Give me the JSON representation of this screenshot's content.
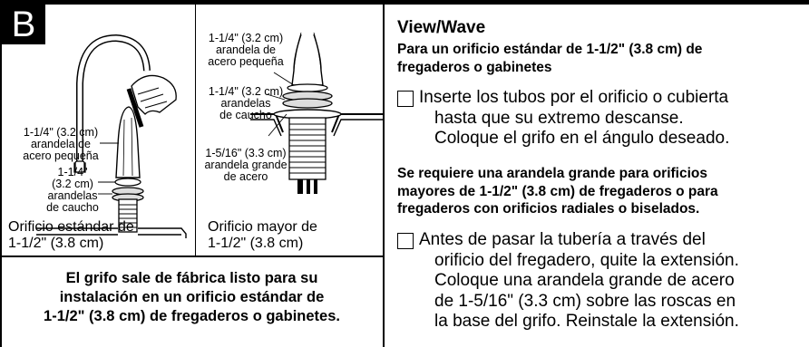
{
  "section_letter": "B",
  "left_panel": {
    "labels": {
      "small_washer": [
        "1-1/4\" (3.2 cm)",
        "arandela de",
        "acero pequeña"
      ],
      "rubber_washers": [
        "1-1/4\"",
        "(3.2 cm)",
        "arandelas",
        "de caucho"
      ]
    },
    "caption": [
      "Orificio estándar de",
      "1-1/2\" (3.8 cm)"
    ]
  },
  "middle_panel": {
    "labels": {
      "small_washer": [
        "1-1/4\" (3.2 cm)",
        "arandela de",
        "acero pequeña"
      ],
      "rubber_washers": [
        "1-1/4\" (3.2 cm)",
        "arandelas",
        "de caucho"
      ],
      "large_washer": [
        "1-5/16\" (3.3 cm)",
        "arandela grande",
        "de acero"
      ]
    },
    "caption": [
      "Orificio mayor de",
      "1-1/2\"  (3.8 cm)"
    ]
  },
  "factory_note": [
    "El grifo sale de fábrica listo para su",
    "instalación en un orificio estándar de",
    "1-1/2\" (3.8 cm) de fregaderos o gabinetes."
  ],
  "right_panel": {
    "title": "View/Wave",
    "standard_heading": [
      "Para un orificio estándar de 1-1/2\" (3.8 cm) de",
      "fregaderos o gabinetes"
    ],
    "step1": [
      "Inserte los tubos por el orificio o cubierta",
      "hasta que su extremo descanse.",
      "Coloque el grifo en el ángulo deseado."
    ],
    "large_heading": [
      "Se requiere una arandela grande para orificios",
      "mayores de 1-1/2\" (3.8 cm) de fregaderos o para",
      "fregaderos con orificios radiales o biselados."
    ],
    "step2": [
      "Antes de pasar la tubería a través del",
      "orificio del fregadero, quite la extensión.",
      "Coloque una arandela grande de acero",
      "de 1-5/16\" (3.3 cm) sobre las roscas en",
      "la base del grifo. Reinstale la extensión."
    ]
  }
}
